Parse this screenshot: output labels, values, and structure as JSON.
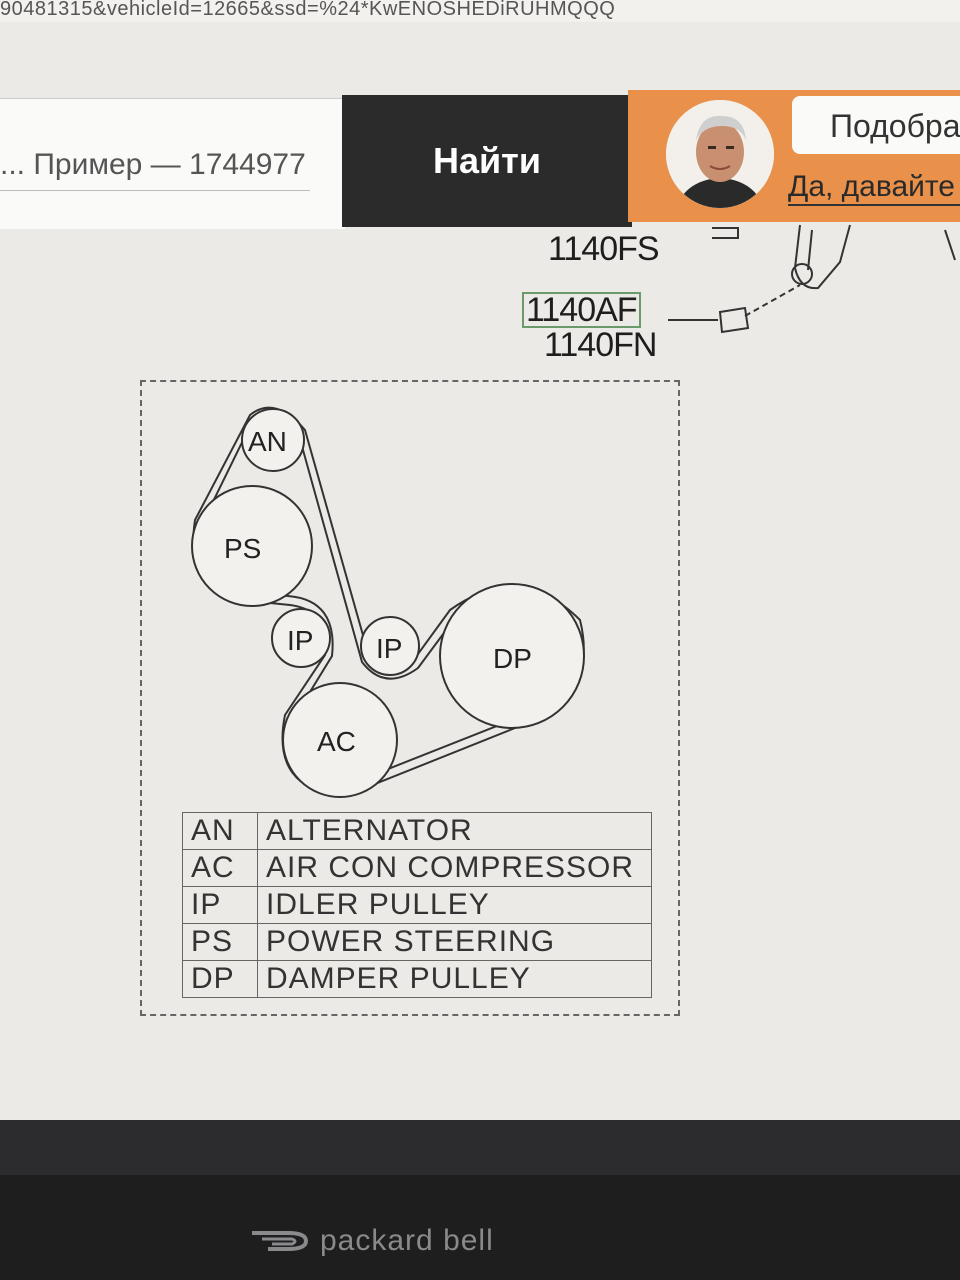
{
  "browser": {
    "url_fragment": "90481315&vehicleId=12665&ssd=%24*KwENOSHEDiRUHMQQQ"
  },
  "search": {
    "text": "... Пример — 1744977",
    "button_label": "Найти"
  },
  "chat": {
    "title": "Подобра",
    "reply": "Да, давайте"
  },
  "part_codes": {
    "code_fs": "1140FS",
    "code_af": "1140AF",
    "code_fn": "1140FN"
  },
  "pulleys": {
    "an": "AN",
    "ps": "PS",
    "ip1": "IP",
    "ip2": "IP",
    "dp": "DP",
    "ac": "AC"
  },
  "legend": [
    {
      "abbr": "AN",
      "name": "ALTERNATOR"
    },
    {
      "abbr": "AC",
      "name": "AIR CON COMPRESSOR"
    },
    {
      "abbr": "IP",
      "name": "IDLER PULLEY"
    },
    {
      "abbr": "PS",
      "name": "POWER STEERING"
    },
    {
      "abbr": "DP",
      "name": "DAMPER PULLEY"
    }
  ],
  "monitor": {
    "brand": "packard bell"
  }
}
